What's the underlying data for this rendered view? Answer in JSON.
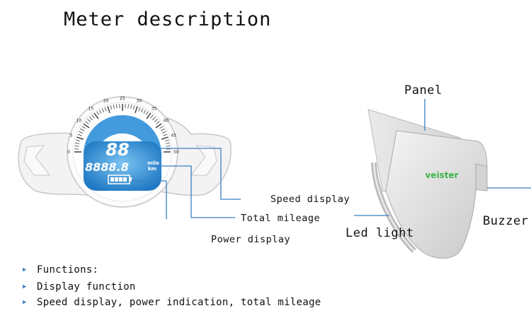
{
  "title": "Meter description",
  "callouts": {
    "speed_display": "Speed display",
    "total_mileage": "Total mileage",
    "power_display": "Power display"
  },
  "meter": {
    "speed_digits": "88",
    "odometer_digits": "8888.8",
    "unit_top": "mile",
    "unit_bottom": "km",
    "scale": [
      "0",
      "5",
      "10",
      "15",
      "20",
      "25",
      "30",
      "35",
      "40",
      "45",
      "50"
    ]
  },
  "side_view": {
    "panel": "Panel",
    "led_light": "Led light",
    "buzzer": "Buzzer",
    "brand": "veister"
  },
  "bullets": [
    "Functions:",
    "Display function",
    "Speed display, power indication, total mileage"
  ],
  "colors": {
    "lcd_blue": "#2f8fd8",
    "callout_line": "#3a7fc4",
    "brand_green": "#3cb54a"
  }
}
